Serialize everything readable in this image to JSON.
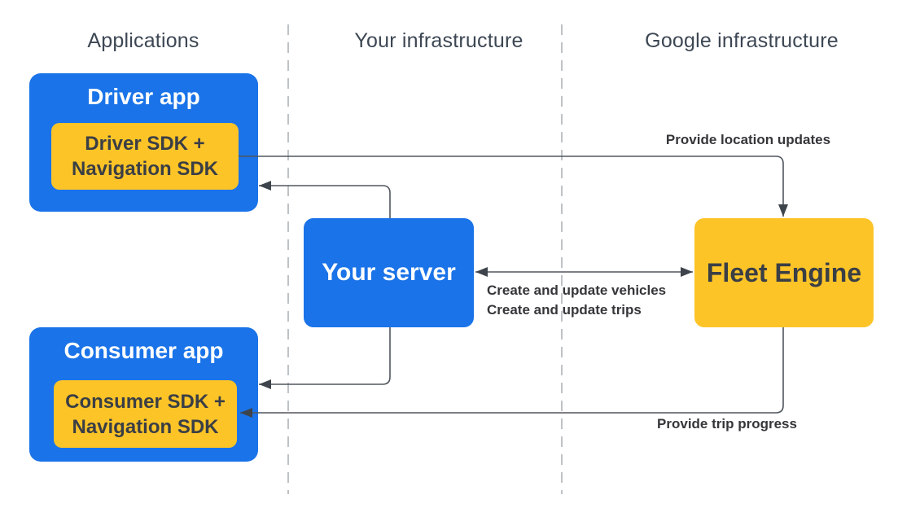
{
  "diagram": {
    "columns": [
      {
        "label": "Applications"
      },
      {
        "label": "Your infrastructure"
      },
      {
        "label": "Google infrastructure"
      }
    ],
    "nodes": {
      "driver_app": {
        "title": "Driver app",
        "sdk_line1": "Driver SDK +",
        "sdk_line2": "Navigation SDK"
      },
      "consumer_app": {
        "title": "Consumer app",
        "sdk_line1": "Consumer SDK +",
        "sdk_line2": "Navigation SDK"
      },
      "your_server": {
        "title": "Your server"
      },
      "fleet_engine": {
        "title": "Fleet Engine"
      }
    },
    "arrows": {
      "location_updates": {
        "label": "Provide location updates"
      },
      "server_fleet": {
        "line1": "Create and update vehicles",
        "line2": "Create and update trips"
      },
      "trip_progress": {
        "label": "Provide trip progress"
      }
    }
  },
  "colors": {
    "blue": "#1A73E8",
    "yellow": "#FDC428",
    "line": "#50565E",
    "arrowhead": "#3E444B",
    "divider": "#AEB4B9",
    "header_text": "#3D4754",
    "label_text": "#35363A",
    "sdk_text": "#3A3E45",
    "white_text": "#FFFFFF",
    "background": "#FFFFFF"
  }
}
